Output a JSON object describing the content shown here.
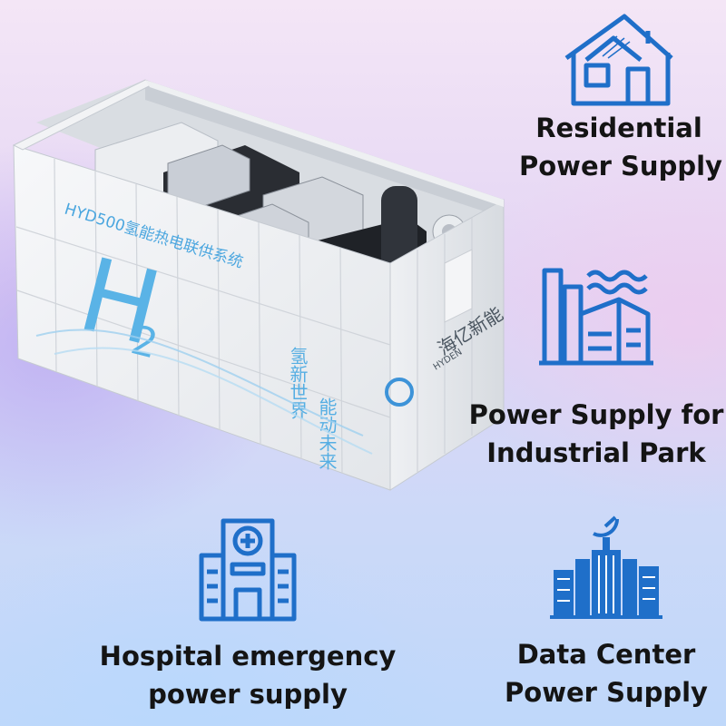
{
  "container": {
    "model_text": "HYD500氢能热电联供系统",
    "h_text": "H",
    "sub_text": "2",
    "slogan_col1": "氢新世界",
    "slogan_col2": "能动未来",
    "brand_text": "海亿新能",
    "brand_small": "HYDEN"
  },
  "features": [
    {
      "icon": "house-icon",
      "line1": "Residential",
      "line2": "Power Supply"
    },
    {
      "icon": "factory-icon",
      "line1": "Power Supply for",
      "line2": "Industrial Park"
    },
    {
      "icon": "hospital-icon",
      "line1": "Hospital emergency",
      "line2": "power supply"
    },
    {
      "icon": "data-center-icon",
      "line1": "Data Center",
      "line2": "Power Supply"
    }
  ],
  "colors": {
    "icon_blue": "#1f6fc9",
    "text": "#141414",
    "container_accent": "#2f8fd6"
  }
}
